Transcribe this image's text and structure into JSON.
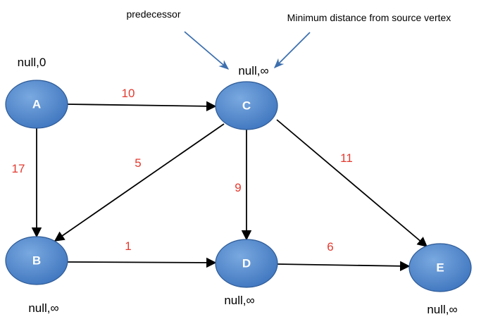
{
  "annotations": {
    "predecessor": "predecessor",
    "min_distance": "Minimum distance from source vertex"
  },
  "colors": {
    "node_fill_light": "#7aa9e0",
    "node_fill_dark": "#3f76bf",
    "node_stroke": "#2d5a96",
    "edge": "#000000",
    "weight": "#e33a2f",
    "annotation_arrow": "#3c6fae"
  },
  "nodes": [
    {
      "id": "A",
      "label": "A",
      "state": "null,0"
    },
    {
      "id": "B",
      "label": "B",
      "state": "null,∞"
    },
    {
      "id": "C",
      "label": "C",
      "state": "null,∞"
    },
    {
      "id": "D",
      "label": "D",
      "state": "null,∞"
    },
    {
      "id": "E",
      "label": "E",
      "state": "null,∞"
    }
  ],
  "edges": [
    {
      "from": "A",
      "to": "C",
      "weight": "10"
    },
    {
      "from": "A",
      "to": "B",
      "weight": "17"
    },
    {
      "from": "C",
      "to": "B",
      "weight": "5"
    },
    {
      "from": "C",
      "to": "D",
      "weight": "9"
    },
    {
      "from": "C",
      "to": "E",
      "weight": "11"
    },
    {
      "from": "B",
      "to": "D",
      "weight": "1"
    },
    {
      "from": "D",
      "to": "E",
      "weight": "6"
    }
  ]
}
